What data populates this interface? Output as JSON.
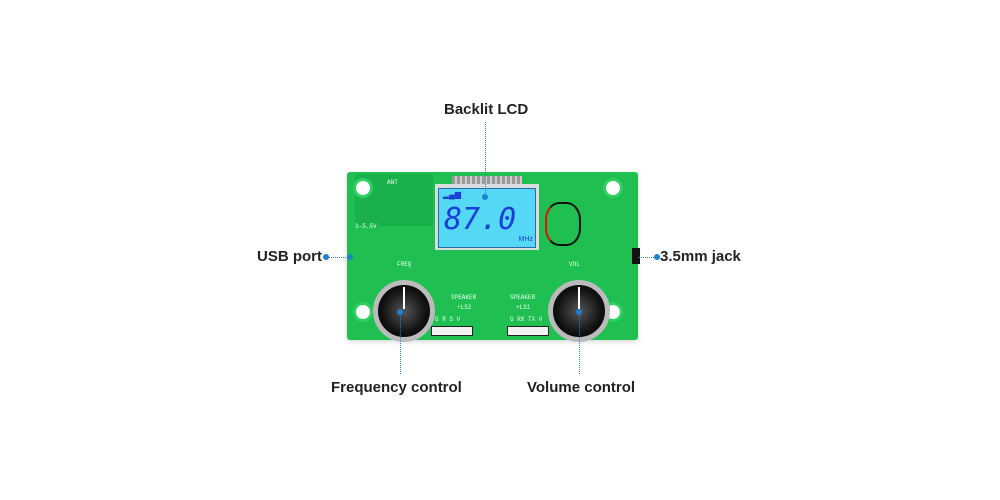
{
  "callouts": {
    "lcd": "Backlit LCD",
    "usb": "USB port",
    "jack": "3.5mm jack",
    "frequency": "Frequency control",
    "volume": "Volume control"
  },
  "board": {
    "display_value": "87.0",
    "display_unit": "MHz",
    "ant": "ANT",
    "voltage": "3-5.5V",
    "freq": "FREQ",
    "vol": "VOL",
    "speaker": "SPEAKER",
    "ls2": "+LS2",
    "ls1": "+LS1",
    "header_left": "G R S V",
    "header_right": "G RX TX V"
  },
  "colors": {
    "accent": "#1f7fd0",
    "pcb": "#1fbf52",
    "lcd": "#55d8f5"
  }
}
